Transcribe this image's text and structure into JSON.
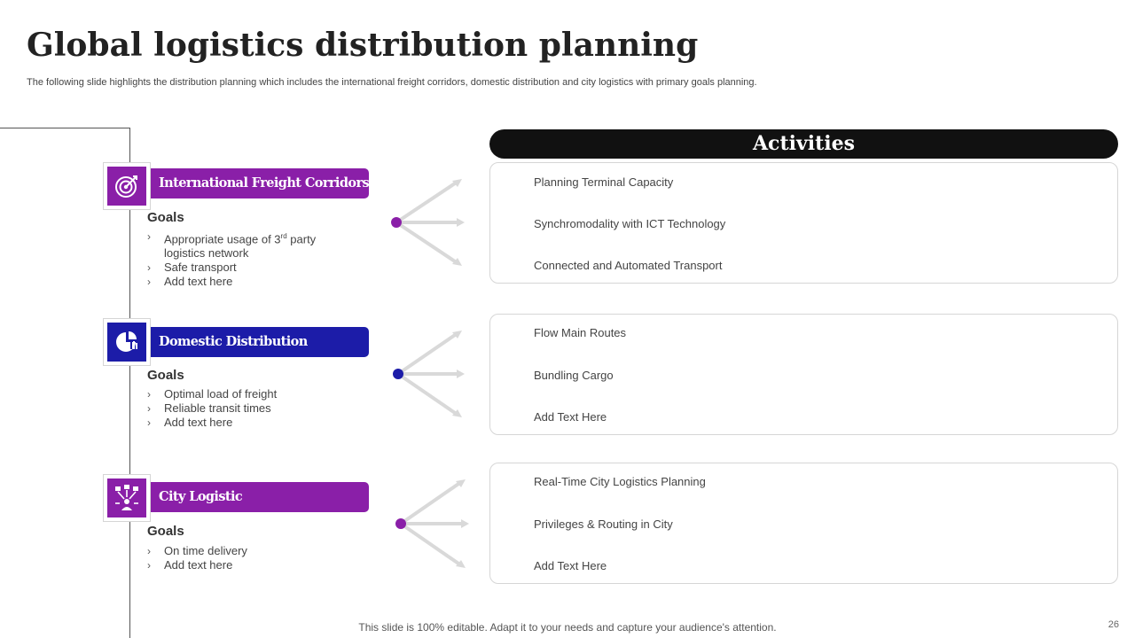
{
  "slide": {
    "title": "Global logistics distribution planning",
    "subtitle": "The following slide highlights the distribution planning which includes the international freight corridors, domestic distribution and city logistics with primary goals planning.",
    "footer": "This slide is 100% editable. Adapt it to your needs and capture your audience's attention.",
    "page_number": "26"
  },
  "activities": {
    "header": "Activities"
  },
  "colors": {
    "purple": "#8a1fa8",
    "blue": "#1c1ca8",
    "black": "#111111",
    "arrow_gray": "#d9d9d9"
  },
  "sections": [
    {
      "name": "International Freight Corridors",
      "icon": "target-icon",
      "color": "#8a1fa8",
      "goals_title": "Goals",
      "goals": [
        {
          "text": "Appropriate usage of 3",
          "sup": "rd",
          "after": " party",
          "line2": "logistics network"
        },
        {
          "text": "Safe transport"
        },
        {
          "text": "Add text here"
        }
      ],
      "activities": [
        "Planning Terminal  Capacity",
        "Synchromodality with ICT Technology",
        "Connected  and Automated Transport"
      ]
    },
    {
      "name": "Domestic Distribution",
      "icon": "pie-chart-icon",
      "color": "#1c1ca8",
      "goals_title": "Goals",
      "goals": [
        {
          "text": "Optimal load of freight"
        },
        {
          "text": "Reliable transit times"
        },
        {
          "text": "Add text here"
        }
      ],
      "activities": [
        "Flow Main Routes",
        "Bundling Cargo",
        "Add Text Here"
      ]
    },
    {
      "name": "City Logistic",
      "icon": "network-icon",
      "color": "#8a1fa8",
      "goals_title": "Goals",
      "goals": [
        {
          "text": "On time delivery"
        },
        {
          "text": "Add text here"
        }
      ],
      "activities": [
        "Real-Time  City Logistics Planning",
        "Privileges  & Routing in City",
        "Add Text Here"
      ]
    }
  ],
  "bullet_glyph": "›"
}
